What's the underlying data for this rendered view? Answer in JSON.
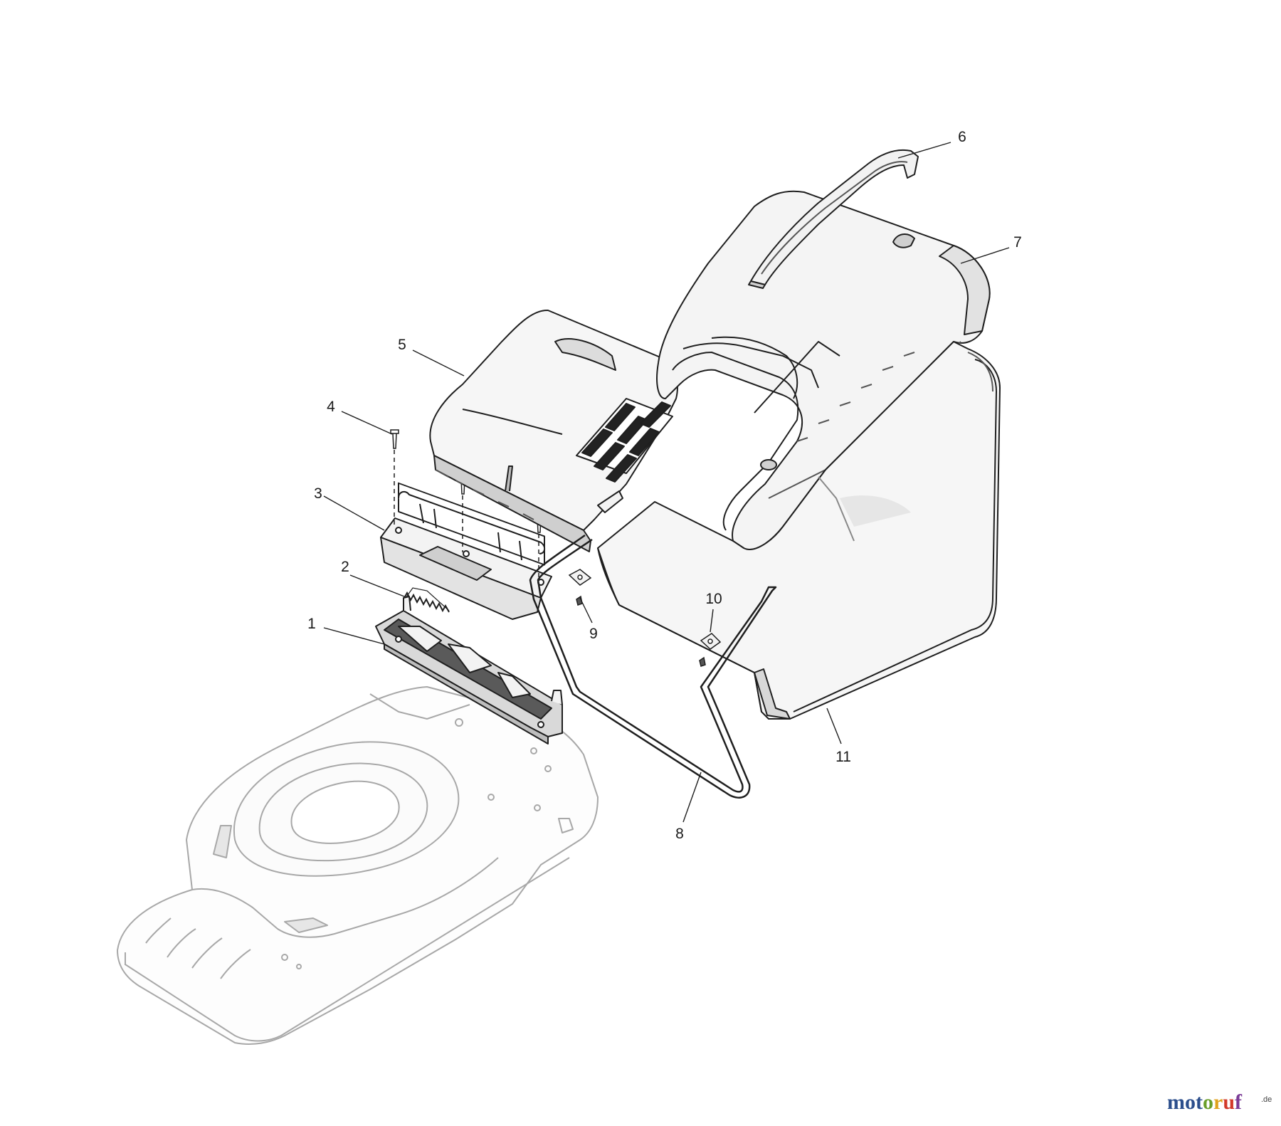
{
  "callouts": [
    {
      "id": "c1",
      "label": "1"
    },
    {
      "id": "c2",
      "label": "2"
    },
    {
      "id": "c3",
      "label": "3"
    },
    {
      "id": "c4",
      "label": "4"
    },
    {
      "id": "c5",
      "label": "5"
    },
    {
      "id": "c6",
      "label": "6"
    },
    {
      "id": "c7",
      "label": "7"
    },
    {
      "id": "c8",
      "label": "8"
    },
    {
      "id": "c9",
      "label": "9"
    },
    {
      "id": "c10",
      "label": "10"
    },
    {
      "id": "c11",
      "label": "11"
    }
  ],
  "watermark": {
    "letters": [
      {
        "char": "m",
        "color": "#2b4e8c"
      },
      {
        "char": "o",
        "color": "#2b4e8c"
      },
      {
        "char": "t",
        "color": "#2b4e8c"
      },
      {
        "char": "o",
        "color": "#6a9e2a"
      },
      {
        "char": "r",
        "color": "#e0a21c"
      },
      {
        "char": "u",
        "color": "#d2392a"
      },
      {
        "char": "f",
        "color": "#7a3a96"
      }
    ],
    "suffix": ".de"
  },
  "colors": {
    "line": "#1f1f1f",
    "faint": "#9a9a9a",
    "fill": "#f3f3f3",
    "fill_dark": "#d9d9d9"
  }
}
